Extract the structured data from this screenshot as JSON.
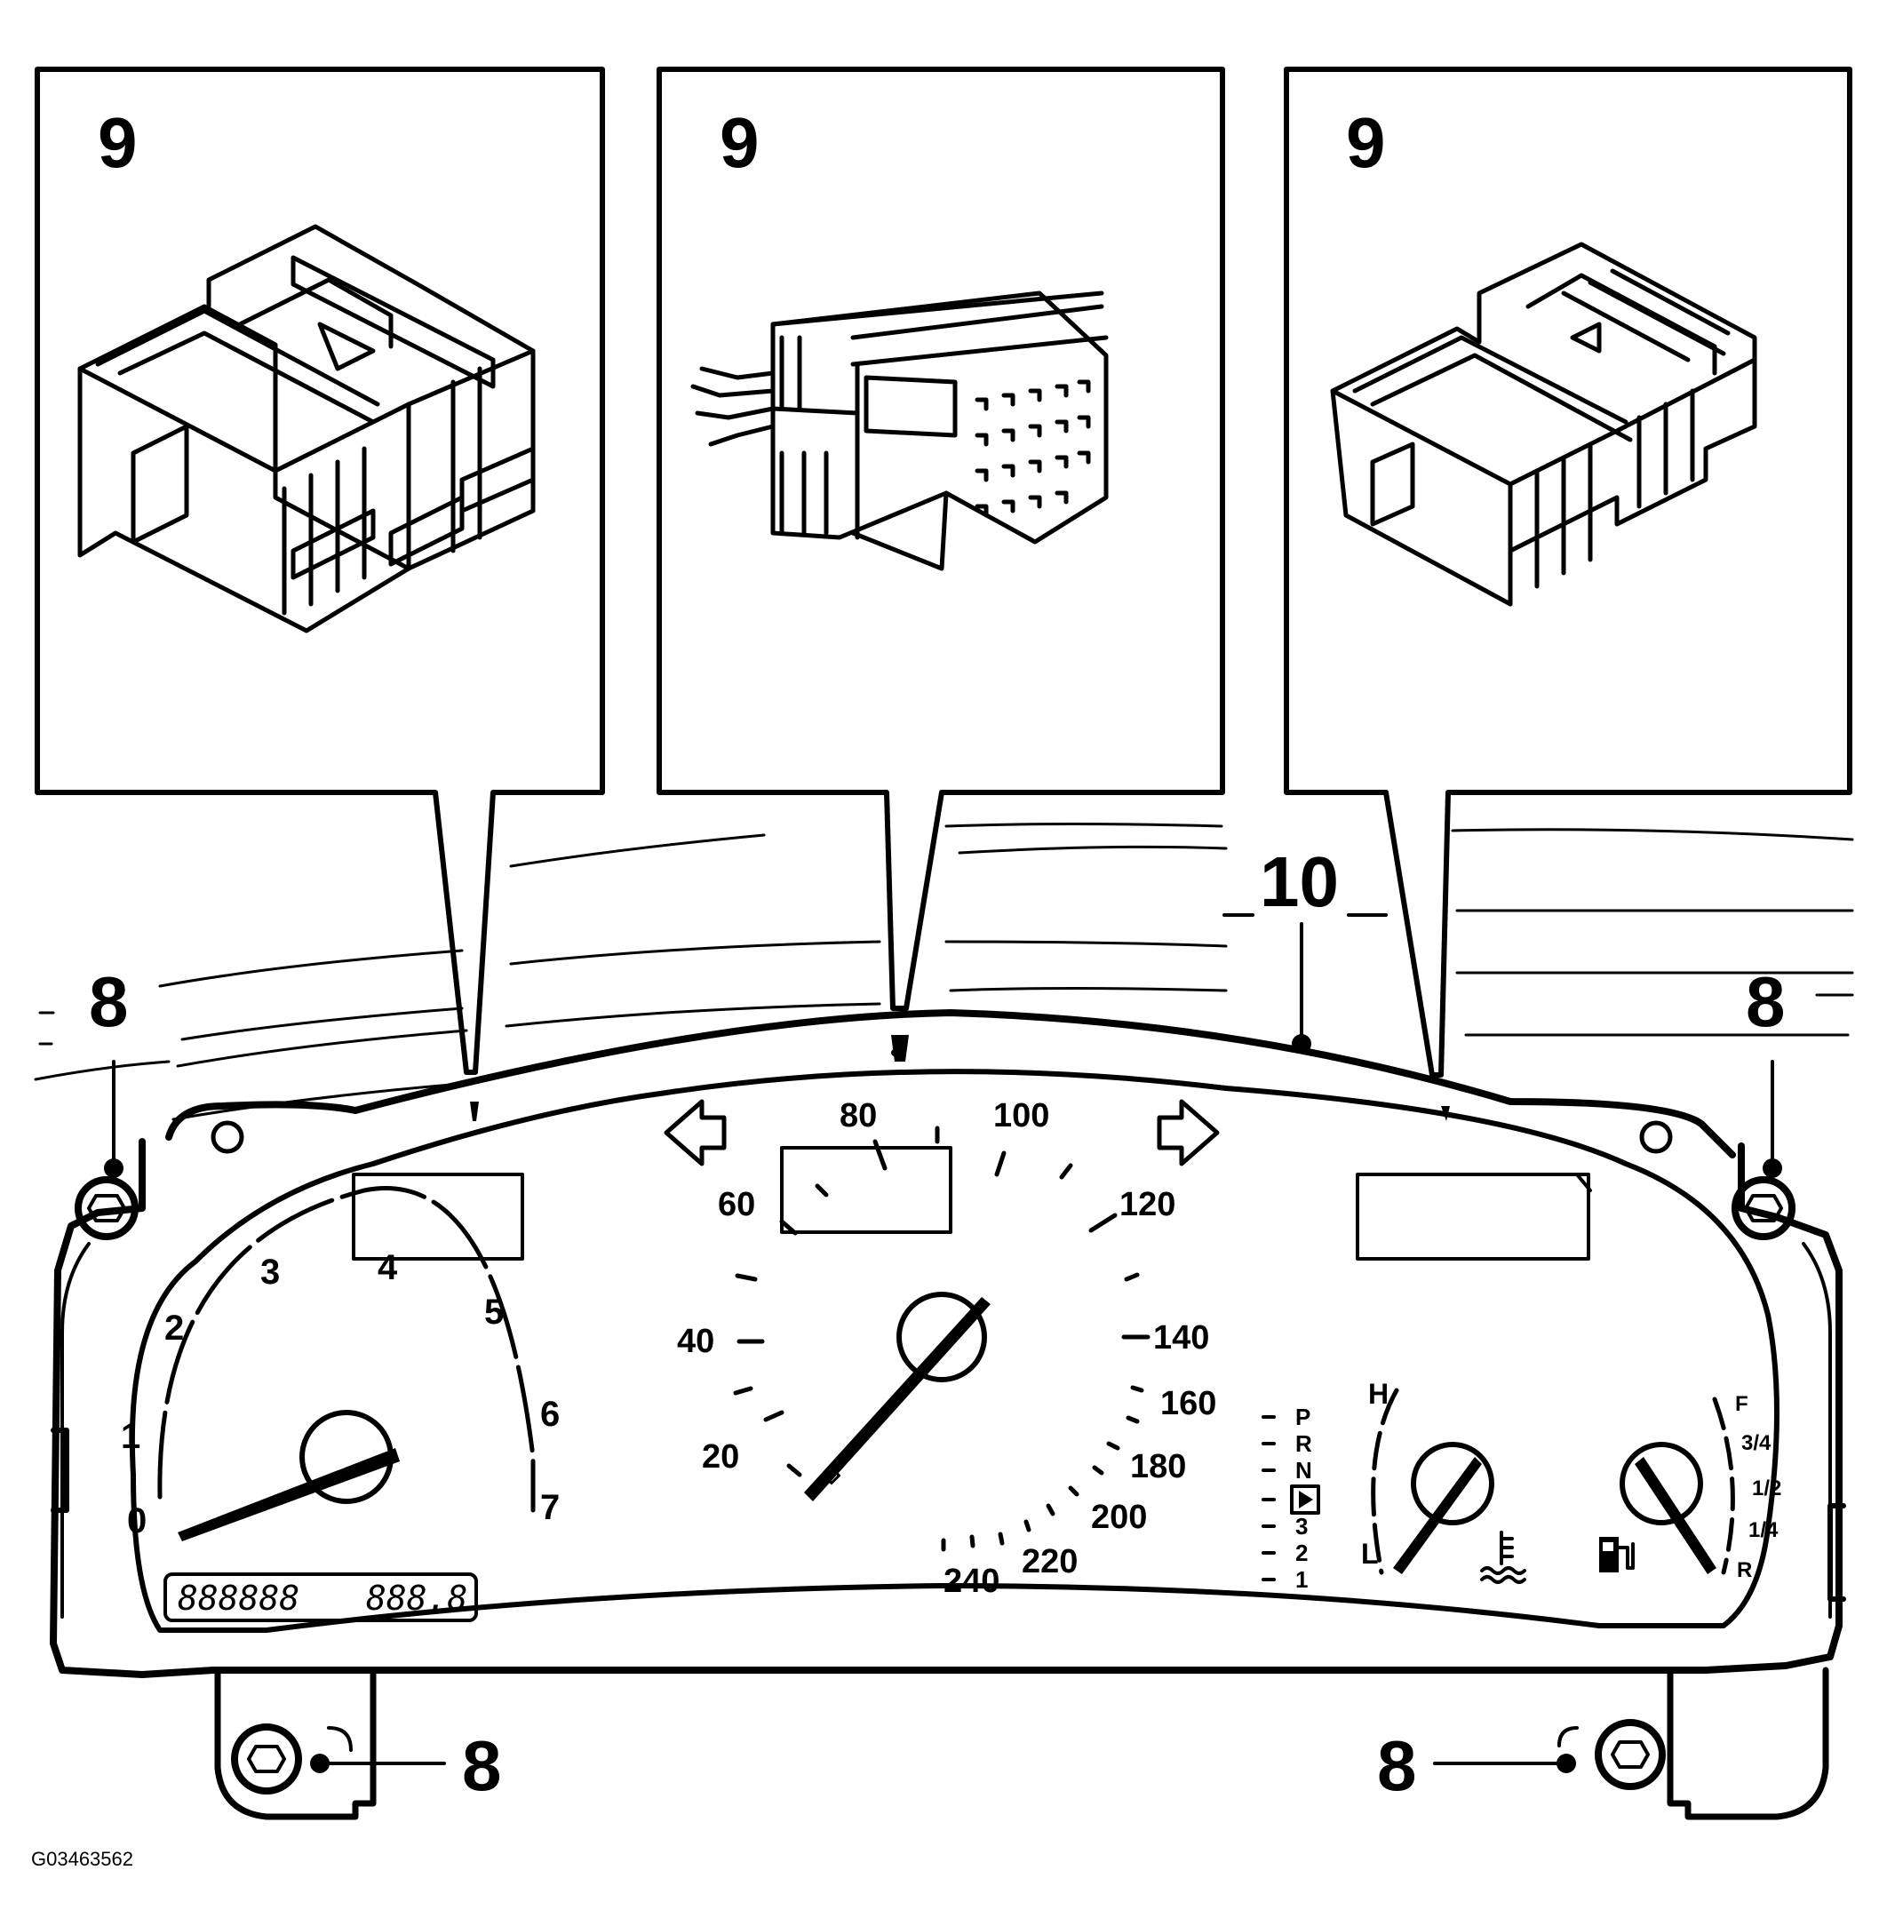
{
  "figure_id": "G03463562",
  "callouts": {
    "connector_left": "9",
    "connector_center": "9",
    "connector_right": "9",
    "cluster": "10",
    "screw_top_left": "8",
    "screw_top_right": "8",
    "screw_bottom_left": "8",
    "screw_bottom_right": "8"
  },
  "tachometer": {
    "labels": [
      "0",
      "1",
      "2",
      "3",
      "4",
      "5",
      "6",
      "7"
    ]
  },
  "speedometer": {
    "labels": [
      "20",
      "40",
      "60",
      "80",
      "100",
      "120",
      "140",
      "160",
      "180",
      "200",
      "220",
      "240"
    ]
  },
  "odometer": {
    "total": "888888",
    "trip": "888.8"
  },
  "gear_selector": {
    "labels": [
      "P",
      "R",
      "N",
      "D",
      "3",
      "2",
      "1"
    ],
    "selected": "D"
  },
  "temperature_gauge": {
    "hot": "H",
    "cold": "L"
  },
  "fuel_gauge": {
    "full": "F",
    "three_quarter": "3/4",
    "half": "1/2",
    "quarter": "1/4",
    "reserve": "R"
  }
}
